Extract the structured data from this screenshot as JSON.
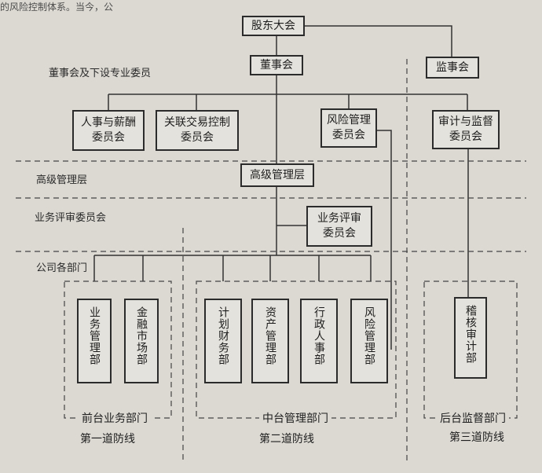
{
  "top_fragment": "的风险控制体系。当今，公",
  "layers": {
    "board": "董事会及下设专业委员",
    "senior": "高级管理层",
    "review": "业务评审委员会",
    "departments": "公司各部门"
  },
  "nodes": {
    "shareholders": "股东大会",
    "board": "董事会",
    "supervisors": "监事会",
    "hr_committee": "人事与薪酬\n委员会",
    "related_committee": "关联交易控制\n委员会",
    "risk_committee": "风险管理\n委员会",
    "audit_committee": "审计与监督\n委员会",
    "senior_management": "高级管理层",
    "review_committee": "业务评审\n委员会"
  },
  "front_office": {
    "title": "前台业务部门",
    "departments": [
      "业务管理部",
      "金融市场部"
    ]
  },
  "middle_office": {
    "title": "中台管理部门",
    "departments": [
      "计划财务部",
      "资产管理部",
      "行政人事部",
      "风险管理部"
    ]
  },
  "back_office": {
    "title": "后台监督部门",
    "departments": [
      "稽核审计部"
    ]
  },
  "defense_lines": [
    "第一道防线",
    "第二道防线",
    "第三道防线"
  ]
}
